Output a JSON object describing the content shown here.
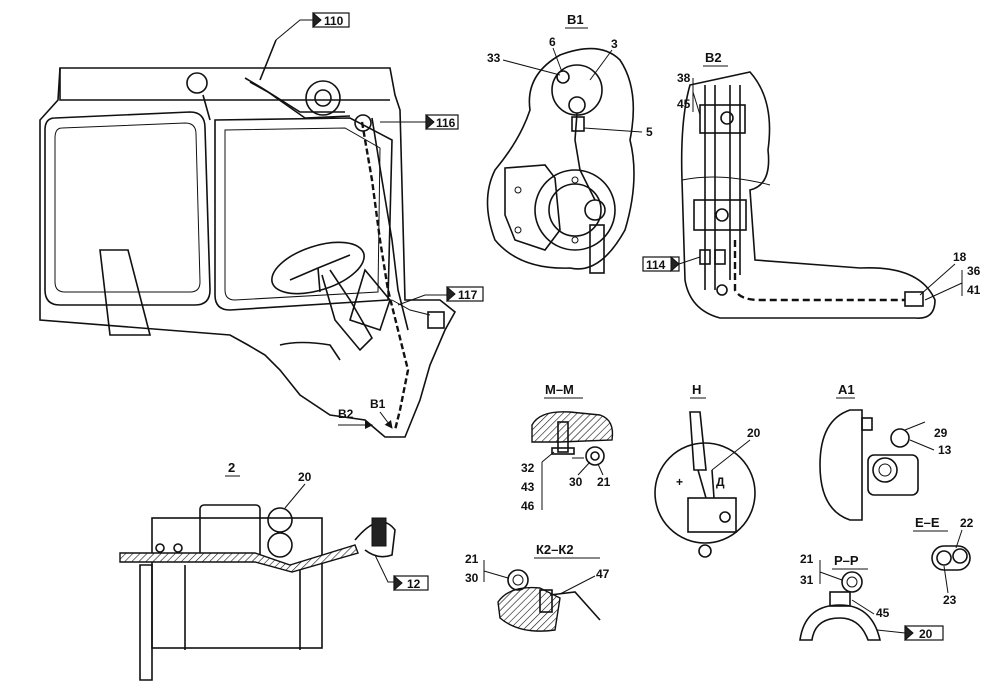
{
  "colors": {
    "ink": "#111111",
    "paper": "#ffffff"
  },
  "main_view": {
    "refs": {
      "r110": "110",
      "r116": "116",
      "r117": "117"
    },
    "labels": {
      "b1": "В1",
      "b2": "В2"
    }
  },
  "detail_b1": {
    "title": "В1",
    "callouts": {
      "c33": "33",
      "c6": "6",
      "c3": "3",
      "c5": "5"
    }
  },
  "detail_b2": {
    "title": "В2",
    "callouts": {
      "c38": "38",
      "c45": "45",
      "c18": "18",
      "c36": "36",
      "c41": "41"
    },
    "refs": {
      "r114": "114"
    }
  },
  "section_mm": {
    "title": "М–М",
    "callouts": {
      "c32": "32",
      "c43": "43",
      "c46": "46",
      "c30": "30",
      "c21": "21"
    }
  },
  "detail_h": {
    "title": "Н",
    "callouts": {
      "c20": "20"
    },
    "marks": {
      "plus": "+",
      "d": "Д"
    }
  },
  "detail_a1": {
    "title": "А1",
    "callouts": {
      "c29": "29",
      "c13": "13"
    }
  },
  "detail_2": {
    "title": "2",
    "callouts": {
      "c20": "20"
    },
    "refs": {
      "r12": "12"
    }
  },
  "section_k2": {
    "title": "К2–К2",
    "callouts": {
      "c21": "21",
      "c30": "30",
      "c47": "47"
    }
  },
  "section_pp": {
    "title": "Р–Р",
    "callouts": {
      "c21": "21",
      "c31": "31",
      "c45": "45"
    },
    "refs": {
      "r20": "20"
    }
  },
  "section_ee": {
    "title": "Е–Е",
    "callouts": {
      "c22": "22",
      "c23": "23"
    }
  }
}
